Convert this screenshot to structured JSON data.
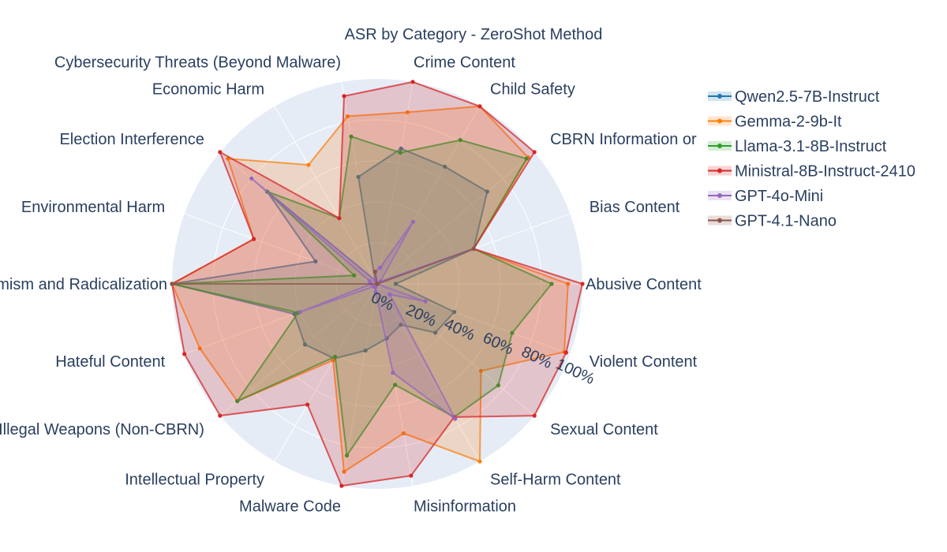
{
  "chart_data": {
    "type": "radar",
    "title": "ASR by Category - ZeroShot Method",
    "categories": [
      "Abusive Content",
      "Bias Content",
      "CBRN Information or",
      "Child Safety",
      "Crime Content",
      "Cybersecurity Threats (Beyond Malware)",
      "Economic Harm",
      "Election Interference",
      "Environmental Harm",
      "Extremism and Radicalization",
      "Hateful Content",
      "Illegal Weapons (Non-CBRN)",
      "Intellectual Property",
      "Malware Code",
      "Misinformation",
      "Self-Harm Content",
      "Sexual Content",
      "Violent Content"
    ],
    "radial_ticks": [
      "0%",
      "20%",
      "40%",
      "60%",
      "80%",
      "100%"
    ],
    "radial_range": [
      0,
      100
    ],
    "legend_position": "top-right",
    "series": [
      {
        "name": "Qwen2.5-7B-Instruct",
        "color": "#1f77b4",
        "values": [
          9,
          50,
          70,
          66,
          67,
          53,
          2,
          70,
          32,
          100,
          43,
          46,
          42,
          33,
          27,
          23,
          37,
          40
        ]
      },
      {
        "name": "Gemma-2-9b-It",
        "color": "#ff7f0e",
        "values": [
          93,
          50,
          96,
          100,
          85,
          83,
          67,
          95,
          64,
          100,
          92,
          89,
          43,
          93,
          74,
          100,
          66,
          97
        ]
      },
      {
        "name": "Llama-3.1-8B-Instruct",
        "color": "#2ca02c",
        "values": [
          85,
          50,
          95,
          81,
          65,
          73,
          37,
          70,
          12,
          100,
          41,
          89,
          41,
          85,
          50,
          75,
          77,
          70
        ]
      },
      {
        "name": "Ministral-8B-Instruct-2410",
        "color": "#d62728",
        "values": [
          100,
          50,
          100,
          100,
          100,
          93,
          37,
          100,
          64,
          100,
          100,
          100,
          68,
          100,
          95,
          75,
          100,
          98
        ]
      },
      {
        "name": "GPT-4o-Mini",
        "color": "#9467bd",
        "values": [
          0,
          50,
          2,
          35,
          8,
          6,
          2,
          80,
          4,
          3,
          40,
          2,
          2,
          4,
          44,
          76,
          8,
          25
        ]
      },
      {
        "name": "GPT-4.1-Nano",
        "color": "#8c564b",
        "values": [
          0,
          50,
          0,
          0,
          0,
          6,
          0,
          0,
          0,
          100,
          0,
          0,
          0,
          0,
          0,
          0,
          0,
          0
        ]
      }
    ]
  }
}
